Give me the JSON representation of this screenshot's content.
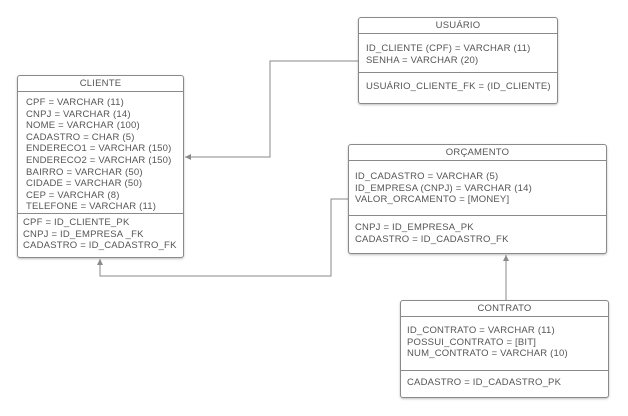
{
  "entities": {
    "usuario": {
      "title": "USUÁRIO",
      "attributes": [
        "ID_CLIENTE (CPF) = VARCHAR (11)",
        "SENHA = VARCHAR (20)"
      ],
      "keys": [
        "USUÁRIO_CLIENTE_FK = (ID_CLIENTE)"
      ]
    },
    "cliente": {
      "title": "CLIENTE",
      "attributes": [
        "CPF = VARCHAR (11)",
        "CNPJ = VARCHAR (14)",
        "NOME = VARCHAR (100)",
        "CADASTRO =  CHAR (5)",
        "ENDERECO1 = VARCHAR (150)",
        "ENDERECO2 = VARCHAR (150)",
        "BAIRRO = VARCHAR (50)",
        "CIDADE = VARCHAR (50)",
        "CEP = VARCHAR (8)",
        "TELEFONE = VARCHAR (11)"
      ],
      "keys": [
        "CPF = ID_CLIENTE_PK",
        "CNPJ = ID_EMPRESA _FK",
        "CADASTRO = ID_CADASTRO_FK"
      ]
    },
    "orcamento": {
      "title": "ORÇAMENTO",
      "attributes": [
        "ID_CADASTRO = VARCHAR (5)",
        "ID_EMPRESA (CNPJ) = VARCHAR (14)",
        "VALOR_ORCAMENTO = [MONEY]"
      ],
      "keys": [
        "CNPJ = ID_EMPRESA_PK",
        "CADASTRO  = ID_CADASTRO_FK"
      ]
    },
    "contrato": {
      "title": "CONTRATO",
      "attributes": [
        "ID_CONTRATO = VARCHAR (11)",
        "POSSUI_CONTRATO = [BIT]",
        "NUM_CONTRATO = VARCHAR (10)"
      ],
      "keys": [
        "CADASTRO = ID_CADASTRO_PK"
      ]
    }
  },
  "colors": {
    "line": "#8a8a8a",
    "text": "#555555",
    "border": "#8a8a8a"
  }
}
